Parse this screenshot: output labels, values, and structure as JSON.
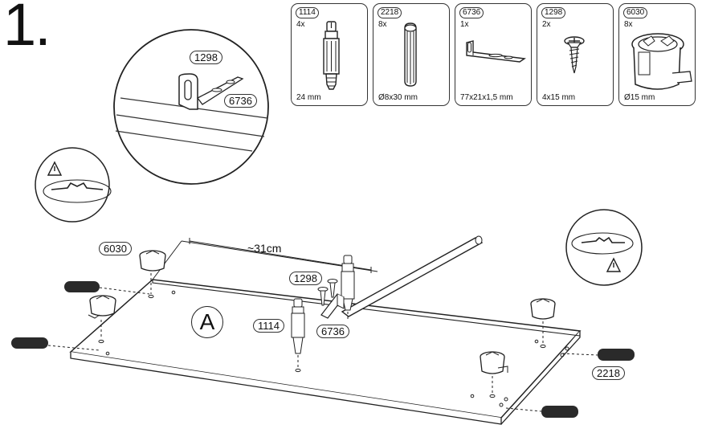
{
  "step": {
    "number": "1."
  },
  "parts": [
    {
      "code": "1114",
      "qty": "4x",
      "size": "24 mm",
      "icon": "cam-bolt-icon"
    },
    {
      "code": "2218",
      "qty": "8x",
      "size": "Ø8x30 mm",
      "icon": "wooden-dowel-icon"
    },
    {
      "code": "6736",
      "qty": "1x",
      "size": "77x21x1,5 mm",
      "icon": "metal-bracket-icon"
    },
    {
      "code": "1298",
      "qty": "2x",
      "size": "4x15 mm",
      "icon": "wood-screw-icon"
    },
    {
      "code": "6030",
      "qty": "8x",
      "size": "Ø15 mm",
      "icon": "cam-lock-icon"
    }
  ],
  "detail": {
    "code_screw": "1298",
    "code_bracket": "6736"
  },
  "callouts": {
    "cam_lock": "6030",
    "screw": "1298",
    "cam_bolt": "1114",
    "bracket": "6736",
    "dowel": "2218"
  },
  "dimension": "~31cm",
  "panel_label": "A",
  "colors": {
    "line": "#222222",
    "dowel": "#2a2a2a",
    "fill": "#ffffff"
  }
}
